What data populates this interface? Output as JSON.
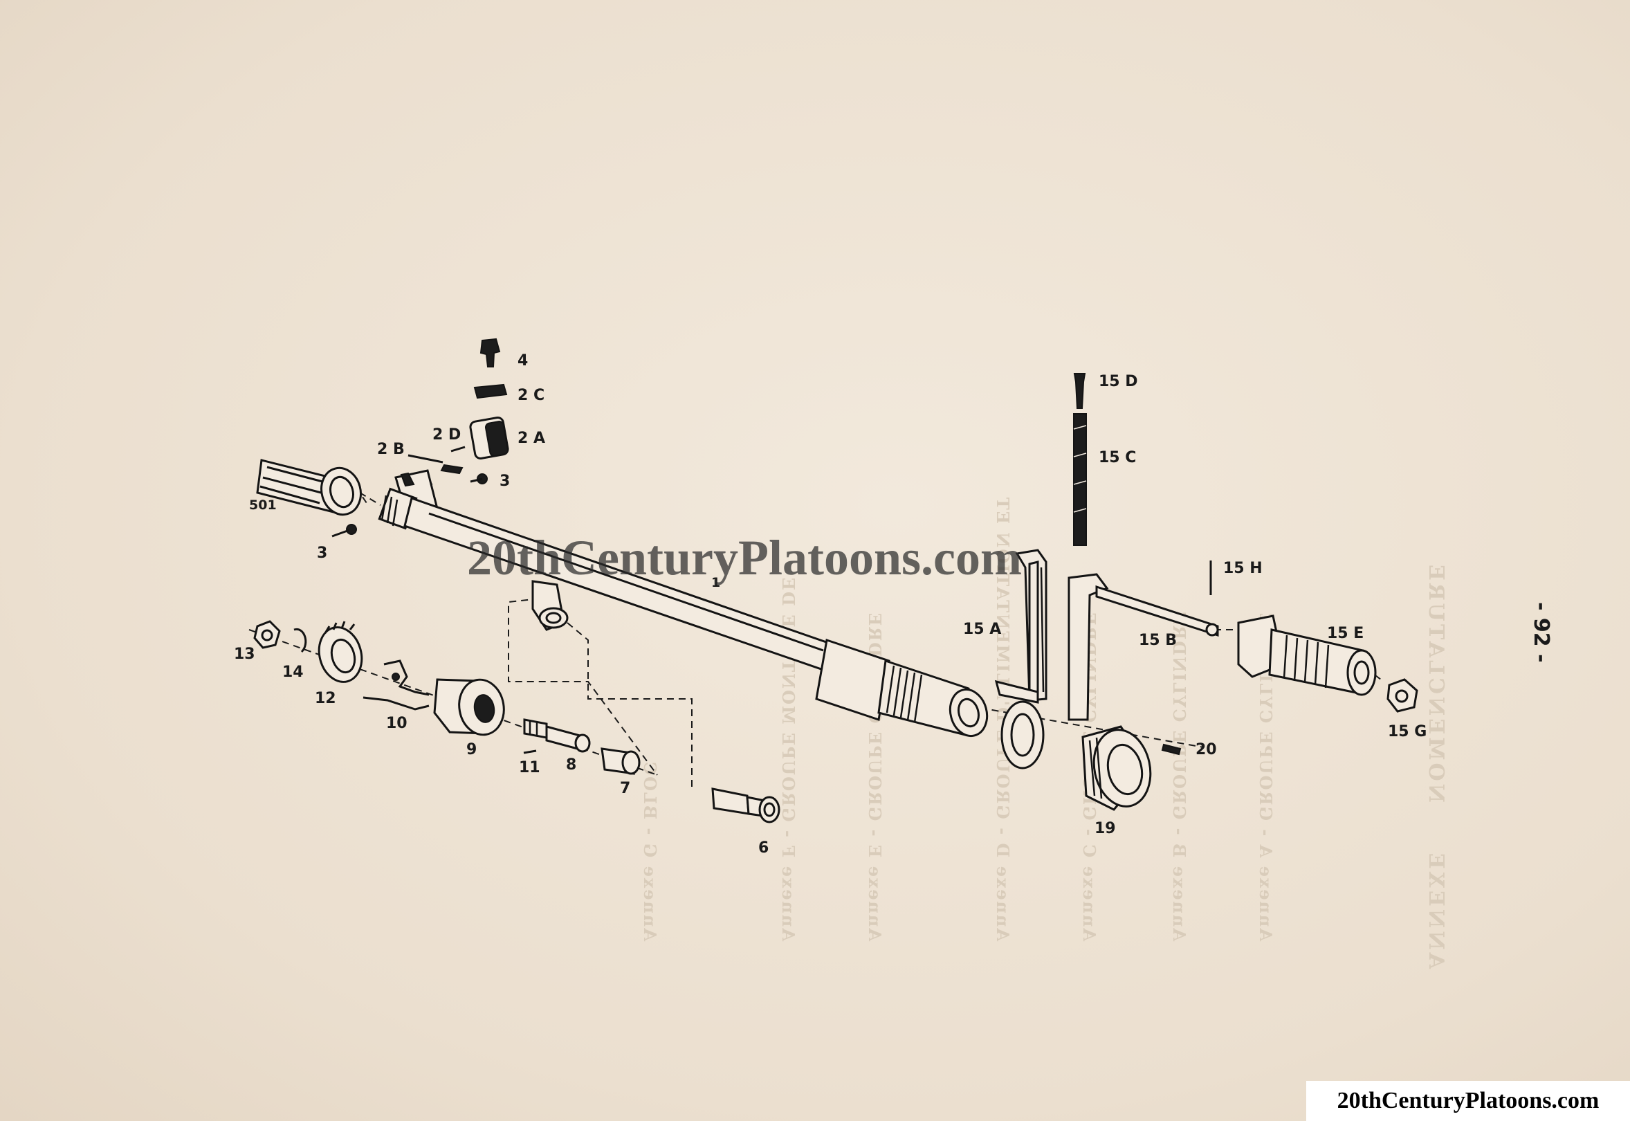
{
  "page_number": "- 92 -",
  "watermark": "20thCenturyPlatoons.com",
  "footer_watermark": "20thCenturyPlatoons.com",
  "ink_color": "#141414",
  "paper_color": "#ede2d3",
  "bleed_through_lines": [
    "NOMENCLATURE",
    "ANNEXE",
    "Annexe A - GROUPE CYLINDRE",
    "Annexe B - GROUPE CYLINDRE",
    "Annexe C - GROUPE CYLINDRE",
    "Annexe D - GROUPE D'ALIMENTATION ET",
    "Annexe E - GROUPE CYLINDRE",
    "Annexe F - GROUPE MONTURE DE",
    "Annexe G - BLOC"
  ],
  "part_labels": {
    "p4": "4",
    "p2c": "2 C",
    "p2a": "2 A",
    "p2d": "2 D",
    "p2b": "2 B",
    "p3_upper": "3",
    "p3_lower": "3",
    "p501": "501",
    "p1": "1",
    "p13": "13",
    "p14": "14",
    "p12": "12",
    "p10": "10",
    "p9": "9",
    "p11": "11",
    "p8": "8",
    "p7": "7",
    "p6": "6",
    "p15d": "15 D",
    "p15c": "15 C",
    "p15h": "15 H",
    "p15a": "15 A",
    "p15b": "15 B",
    "p15e": "15 E",
    "p15g": "15 G",
    "p20": "20",
    "p19": "19"
  }
}
